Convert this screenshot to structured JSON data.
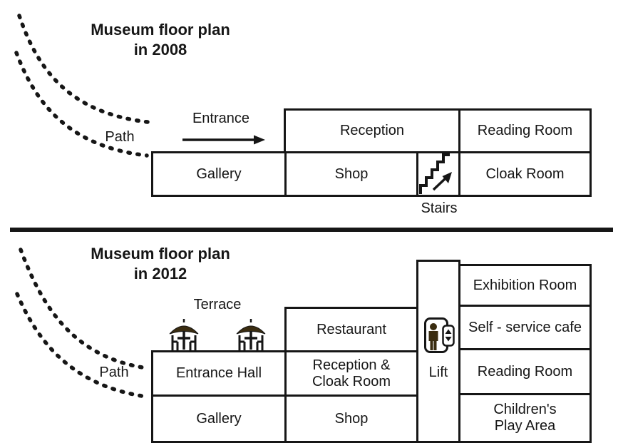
{
  "colors": {
    "line": "#161616",
    "background": "#ffffff",
    "icon_brown": "#3a2c10"
  },
  "plan_2008": {
    "title": "Museum floor plan\nin 2008",
    "path_label": "Path",
    "entrance_label": "Entrance",
    "stairs_label": "Stairs",
    "rooms": {
      "reception": "Reception",
      "reading_room": "Reading Room",
      "gallery": "Gallery",
      "shop": "Shop",
      "cloak_room": "Cloak Room"
    },
    "icons": {
      "path": "dotted-curve",
      "entrance": "arrow-right-icon",
      "stairs": "stairs-up-icon"
    }
  },
  "plan_2012": {
    "title": "Museum floor plan\nin 2012",
    "path_label": "Path",
    "terrace_label": "Terrace",
    "lift_label": "Lift",
    "rooms": {
      "restaurant": "Restaurant",
      "exhibition_room": "Exhibition Room",
      "self_service_cafe": "Self - service cafe",
      "entrance_hall": "Entrance Hall",
      "reception_cloak_room": "Reception &\nCloak Room",
      "reading_room": "Reading Room",
      "gallery": "Gallery",
      "shop": "Shop",
      "childrens_play_area": "Children's\nPlay Area"
    },
    "icons": {
      "path": "dotted-curve",
      "terrace": "umbrella-table-icon",
      "lift": "lift-person-icon"
    }
  }
}
